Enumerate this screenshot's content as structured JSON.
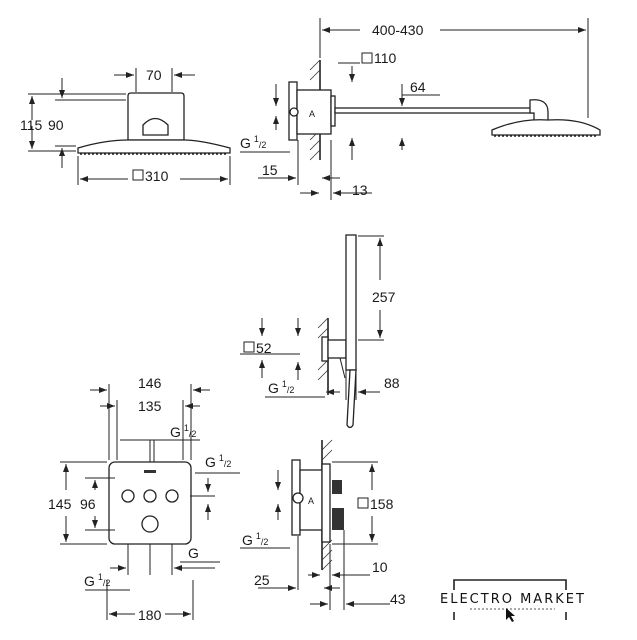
{
  "views": {
    "head_front": {
      "width": "70",
      "height_total": "115",
      "height_head": "90",
      "diameter": "310"
    },
    "arm_side": {
      "length": "400-430",
      "flange": "110",
      "arm_height": "64",
      "thread": "G",
      "thread_frac_num": "1",
      "thread_frac_den": "2",
      "depth": "15",
      "wall": "13"
    },
    "hand_shower": {
      "height": "257",
      "holder": "52",
      "thread": "G",
      "thread_frac_num": "1",
      "thread_frac_den": "2",
      "projection": "88"
    },
    "thermostat_front": {
      "outer_width": "146",
      "inner_width": "135",
      "thread_top": "G",
      "thread_right": "G",
      "thread_bottom": "G",
      "frac_num": "1",
      "frac_den": "2",
      "outer_height": "145",
      "inner_height": "96",
      "base_width": "180"
    },
    "thermostat_side": {
      "plate": "158",
      "thread": "G",
      "frac_num": "1",
      "frac_den": "2",
      "depth": "25",
      "cover": "10",
      "projection": "43"
    }
  },
  "watermark": {
    "brand": "ELECTRO MARKET"
  }
}
